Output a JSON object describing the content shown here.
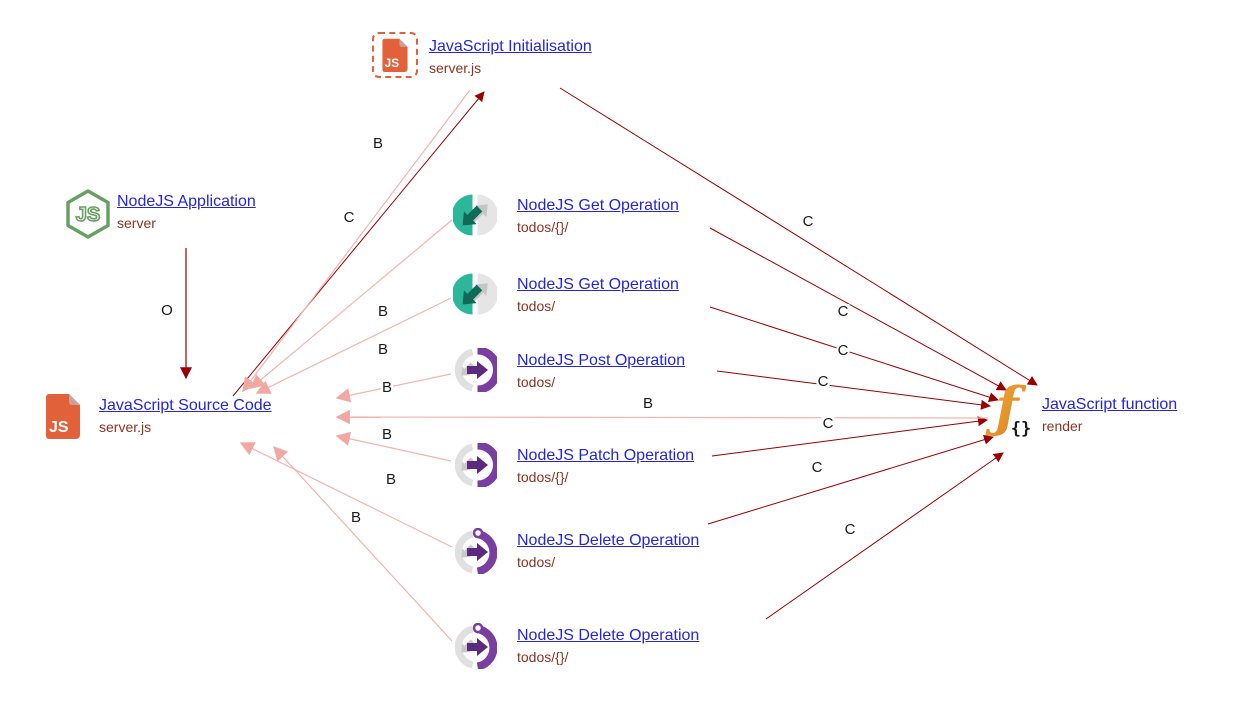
{
  "diagram": {
    "type": "call-graph",
    "background": "#ffffff"
  },
  "colors": {
    "link_blue": "#2525d8",
    "subtitle_maroon": "#8b3321",
    "edge_dark_red": "#990000",
    "edge_pink": "#f4b3ae",
    "edge_label_text": "#1a1a1a",
    "js_file_orange": "#e2613b",
    "nodejs_green": "#699f63",
    "get_teal": "#2db79a",
    "operation_purple": "#7a3da0",
    "function_orange": "#ee9b31",
    "operation_grey": "#e5e5e5"
  },
  "nodes": {
    "initialisation": {
      "title": "JavaScript Initialisation",
      "subtitle": "server.js",
      "icon": "js-file-dashed-icon"
    },
    "application": {
      "title": "NodeJS Application",
      "subtitle": "server",
      "icon": "nodejs-hexagon-icon"
    },
    "source_code": {
      "title": "JavaScript Source Code",
      "subtitle": "server.js",
      "icon": "js-file-icon"
    },
    "get_operation_1": {
      "title": "NodeJS Get Operation",
      "subtitle": "todos/{}/",
      "icon": "get-operation-icon"
    },
    "get_operation_2": {
      "title": "NodeJS Get Operation",
      "subtitle": "todos/",
      "icon": "get-operation-icon"
    },
    "post_operation": {
      "title": "NodeJS Post Operation",
      "subtitle": "todos/",
      "icon": "post-operation-icon"
    },
    "patch_operation": {
      "title": "NodeJS Patch Operation",
      "subtitle": "todos/{}/",
      "icon": "patch-operation-icon"
    },
    "delete_operation_1": {
      "title": "NodeJS Delete Operation",
      "subtitle": "todos/",
      "icon": "delete-operation-icon"
    },
    "delete_operation_2": {
      "title": "NodeJS Delete Operation",
      "subtitle": "todos/{}/",
      "icon": "delete-operation-icon"
    },
    "function": {
      "title": "JavaScript function",
      "subtitle": "render",
      "icon": "function-icon"
    }
  },
  "edges": [
    {
      "from": "application",
      "to": "source_code",
      "label": "O"
    },
    {
      "from": "source_code",
      "to": "initialisation",
      "label": "C"
    },
    {
      "from": "initialisation",
      "to": "source_code",
      "label": "B"
    },
    {
      "from": "initialisation",
      "to": "function",
      "label": "C"
    },
    {
      "from": "get_operation_1",
      "to": "source_code",
      "label": "B"
    },
    {
      "from": "get_operation_1",
      "to": "function",
      "label": "C"
    },
    {
      "from": "get_operation_2",
      "to": "source_code",
      "label": "B"
    },
    {
      "from": "get_operation_2",
      "to": "function",
      "label": "C"
    },
    {
      "from": "post_operation",
      "to": "source_code",
      "label": "B"
    },
    {
      "from": "post_operation",
      "to": "function",
      "label": "C"
    },
    {
      "from": "function",
      "to": "source_code",
      "label": "B"
    },
    {
      "from": "patch_operation",
      "to": "source_code",
      "label": "B"
    },
    {
      "from": "patch_operation",
      "to": "function",
      "label": "C"
    },
    {
      "from": "delete_operation_1",
      "to": "source_code",
      "label": "B"
    },
    {
      "from": "delete_operation_1",
      "to": "function",
      "label": "C"
    },
    {
      "from": "delete_operation_2",
      "to": "source_code",
      "label": "B"
    },
    {
      "from": "delete_operation_2",
      "to": "function",
      "label": "C"
    }
  ]
}
